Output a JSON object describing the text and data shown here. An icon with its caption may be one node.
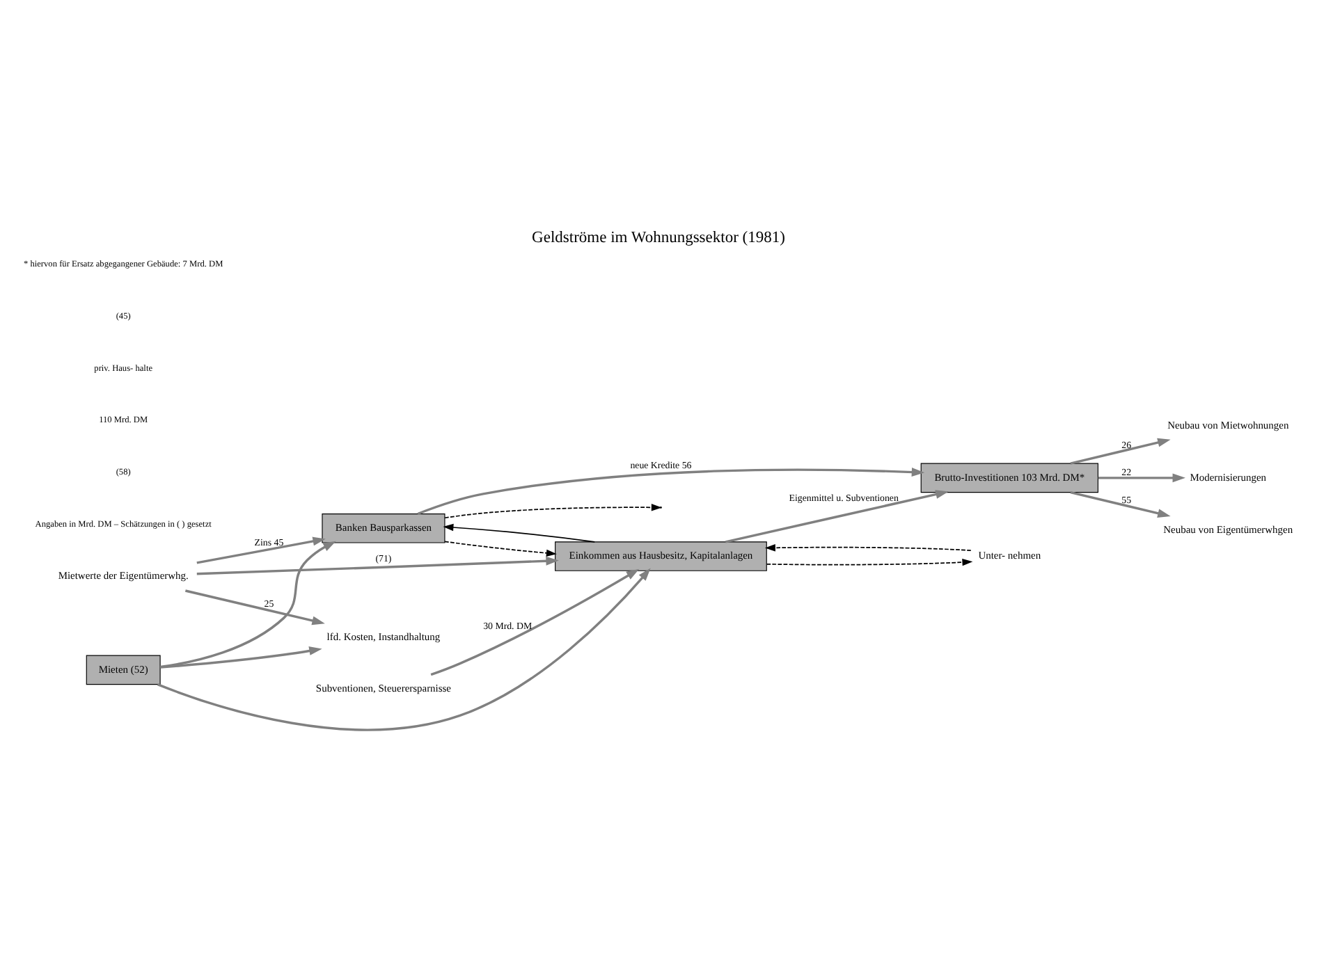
{
  "diagram": {
    "title": "Geldströme im Wohnungssektor (1981)",
    "nodes": [
      {
        "text": [
          "Mietwerte der Eigentümerwhg."
        ]
      },
      {
        "text": [
          "Subventionen, Steuerersparnisse"
        ]
      },
      {
        "text": [
          "Mieten (52)"
        ]
      },
      {
        "text": [
          "lfd. Kosten, Instandhaltung"
        ]
      },
      {
        "text": [
          "Banken Bausparkassen"
        ]
      },
      {
        "text": [
          "Einkommen aus Hausbesitz, Kapitalanlagen"
        ]
      },
      {
        "text": [
          "Brutto-Investitionen 103 Mrd. DM*"
        ]
      },
      {
        "text": [
          "Neubau von Mietwohnungen"
        ]
      },
      {
        "text": [
          "Modernisierungen"
        ]
      },
      {
        "text": [
          "Neubau von Eigentümerwhgen"
        ]
      },
      {
        "text": [
          "Unter- nehmen"
        ]
      }
    ],
    "edges": [
      {
        "from": 0,
        "to": 3,
        "arrow": "to",
        "label": "25"
      },
      {
        "from": 0,
        "to": 4,
        "arrow": "to",
        "label": "Zins 45"
      },
      {
        "from": 0,
        "to": 5,
        "arrow": "to",
        "label": "(71)"
      },
      {
        "from": 2,
        "to": 3,
        "arrow": "to"
      },
      {
        "from": 2,
        "to": 4,
        "arrow": "to"
      },
      {
        "from": 2,
        "to": 5,
        "arrow": "to"
      },
      {
        "from": 1,
        "to": 5,
        "arrow": "to",
        "label": "30 Mrd. DM"
      },
      {
        "from": 4,
        "to": 5,
        "arrow": "to",
        "style": "dashed",
        "color": "#000000"
      },
      {
        "from": 5,
        "to": 4,
        "arrow": "to",
        "color": "#000000"
      },
      {
        "from": 5,
        "to": 10,
        "arrow": "to",
        "style": "dashed",
        "color": "#000000"
      },
      {
        "from": 10,
        "to": 5,
        "arrow": "to",
        "style": "dashed",
        "color": "#000000"
      },
      {
        "from": 4,
        "to": null,
        "arrow": "to",
        "style": "dashed",
        "color": "#000000"
      },
      {
        "from": 4,
        "to": 6,
        "arrow": "to",
        "label": "neue Kredite 56"
      },
      {
        "from": 5,
        "to": 6,
        "arrow": "to",
        "label": "Eigenmittel u. Subventionen"
      },
      {
        "from": 6,
        "to": 7,
        "arrow": "to",
        "label": "26"
      },
      {
        "from": 6,
        "to": 8,
        "arrow": "to",
        "label": "22"
      },
      {
        "from": 6,
        "to": 9,
        "arrow": "to",
        "label": "55"
      }
    ],
    "labels": [
      "Angaben in Mrd. DM – Schätzungen in ( ) gesetzt",
      "(58)",
      "110 Mrd. DM",
      "priv. Haus- halte",
      "(45)",
      "* hiervon für Ersatz abgegangener Gebäude: 7 Mrd. DM"
    ]
  }
}
